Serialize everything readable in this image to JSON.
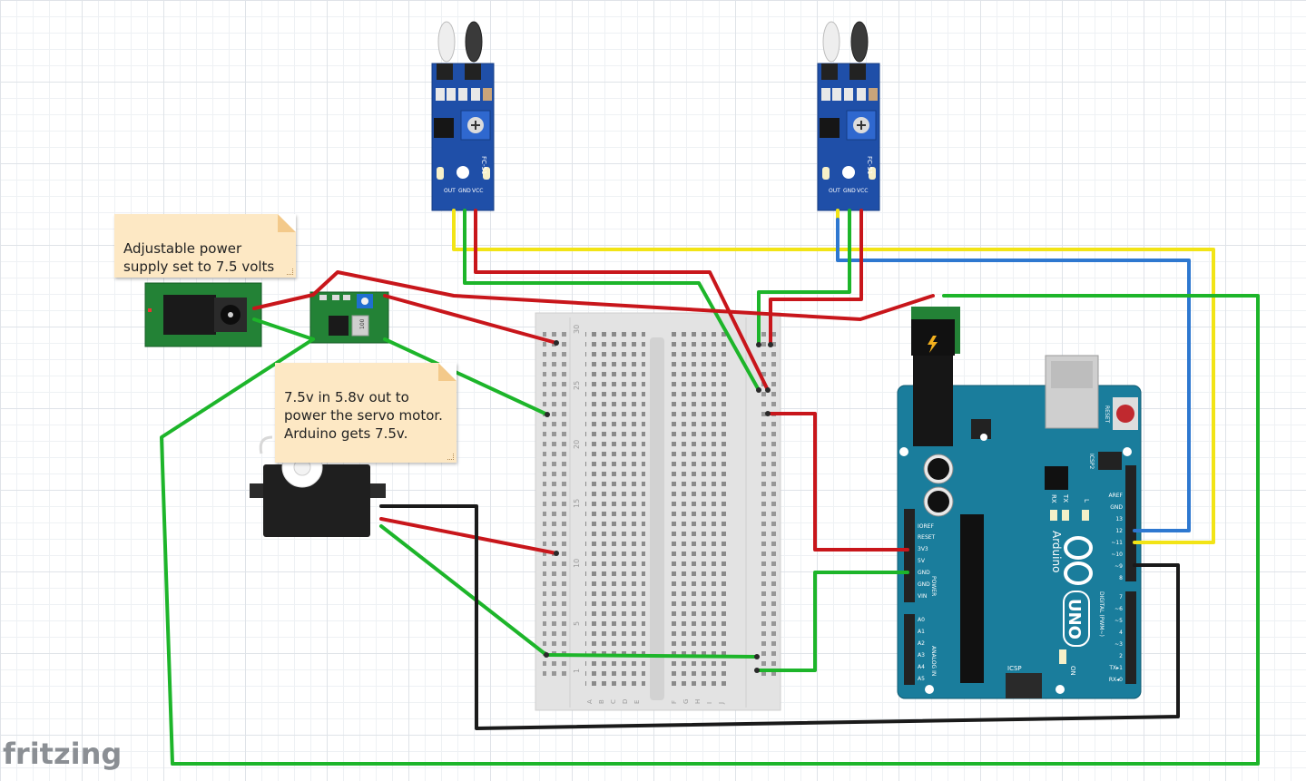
{
  "notes": {
    "power_supply": "Adjustable power supply set to 7.5 volts",
    "converter": "7.5v in 5.8v out to power the servo motor.  Arduino gets 7.5v."
  },
  "sensor": {
    "pin_labels": [
      "OUT",
      "GND",
      "VCC"
    ],
    "part_label": "FC-51"
  },
  "breadboard": {
    "row_numbers": [
      "30",
      "25",
      "20",
      "15",
      "10",
      "5",
      "1"
    ],
    "col_letters_left": [
      "A",
      "B",
      "C",
      "D",
      "E"
    ],
    "col_letters_right": [
      "F",
      "G",
      "H",
      "I",
      "J"
    ]
  },
  "arduino": {
    "brand": "Arduino",
    "model": "UNO",
    "reset_label": "RESET",
    "icsp2_label": "ICSP2",
    "icsp_label": "ICSP",
    "tx_label": "TX",
    "rx_label": "RX",
    "l_label": "L",
    "on_label": "ON",
    "power_label": "POWER",
    "analog_label": "ANALOG IN",
    "digital_label": "DIGITAL (PWM~)",
    "power_pins": [
      "IOREF",
      "RESET",
      "3V3",
      "5V",
      "GND",
      "GND",
      "VIN"
    ],
    "analog_pins": [
      "A0",
      "A1",
      "A2",
      "A3",
      "A4",
      "A5"
    ],
    "digital_pins_top": [
      "AREF",
      "GND",
      "13",
      "12",
      "~11",
      "~10",
      "~9",
      "8"
    ],
    "digital_pins_bottom": [
      "7",
      "~6",
      "~5",
      "4",
      "~3",
      "2",
      "TX▸1",
      "RX◂0"
    ]
  },
  "converter_module": {
    "label": "100"
  },
  "watermark": "fritzing",
  "colors": {
    "wire_red": "#c8161b",
    "wire_green": "#1db52a",
    "wire_yellow": "#f2e416",
    "wire_blue": "#2e78d0",
    "wire_black": "#1a1a1a",
    "sensor_board": "#1f4fa8",
    "arduino_board": "#1a7d9c",
    "module_green": "#238236"
  }
}
